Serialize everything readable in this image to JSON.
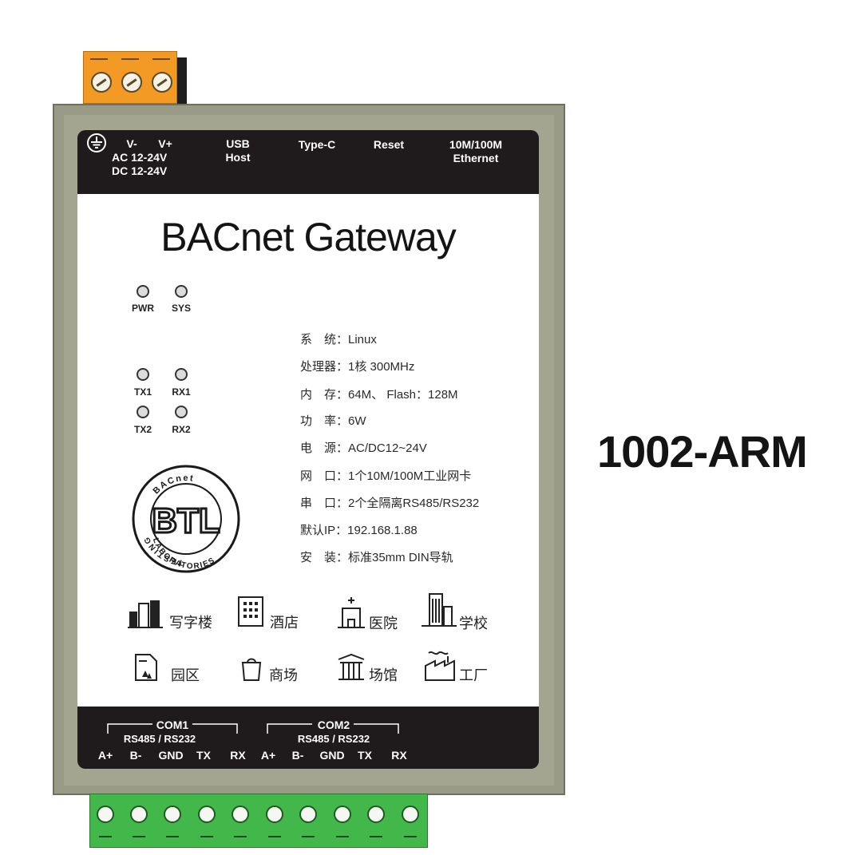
{
  "top_band": {
    "power_v_minus": "V-",
    "power_v_plus": "V+",
    "power_ac": "AC 12-24V",
    "power_dc": "DC 12-24V",
    "usb_line1": "USB",
    "usb_line2": "Host",
    "typec": "Type-C",
    "reset": "Reset",
    "eth_line1": "10M/100M",
    "eth_line2": "Ethernet"
  },
  "title": "BACnet Gateway",
  "leds": {
    "pwr": "PWR",
    "sys": "SYS",
    "tx1": "TX1",
    "rx1": "RX1",
    "tx2": "TX2",
    "rx2": "RX2"
  },
  "specs": [
    "系　统：Linux",
    "处理器：1核 300MHz",
    "内　存：64M、 Flash：128M",
    "功　率：6W",
    "电　源：AC/DC12~24V",
    "网　口：1个10M/100M工业网卡",
    "串　口：2个全隔离RS485/RS232",
    "默认IP：192.168.1.88",
    "安　装：标准35mm DIN导轨"
  ],
  "btl_logo": {
    "letters": "BTL",
    "ring_top": "BACnet",
    "ring_left": "TESTING",
    "ring_bottom": "LABORATORIES"
  },
  "applications": {
    "office": "写字楼",
    "hotel": "酒店",
    "hospital": "医院",
    "school": "学校",
    "park": "园区",
    "mall": "商场",
    "venue": "场馆",
    "factory": "工厂"
  },
  "bottom_band": {
    "com1": "COM1",
    "com1_proto": "RS485 / RS232",
    "com2": "COM2",
    "com2_proto": "RS485 / RS232",
    "pins": [
      "A+",
      "B-",
      "GND",
      "TX",
      "RX"
    ]
  },
  "model": "1002-ARM"
}
